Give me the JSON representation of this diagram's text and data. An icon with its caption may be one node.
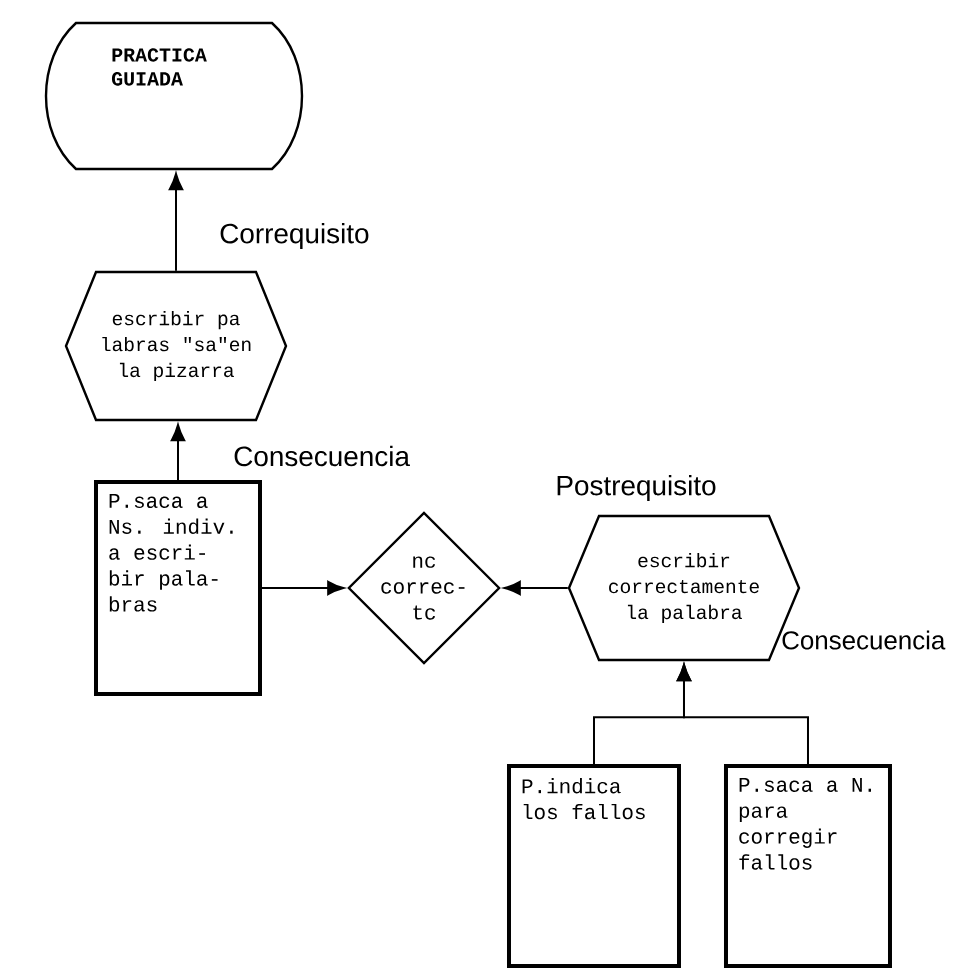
{
  "diagram": {
    "nodes": [
      {
        "text": [
          "PRACTICA GUIADA"
        ]
      },
      {
        "text": [
          "escribir pa labras \"sa\"en la pizarra"
        ]
      },
      {
        "text": [
          "P.saca a Ns. indiv. a escri- bir pala- bras"
        ]
      },
      {
        "text": [
          "nc correc- tc"
        ]
      },
      {
        "text": [
          "escribir correctamente la palabra"
        ],
        "beside": [
          "Postrequisito"
        ]
      },
      {
        "text": [
          "P.indica los fallos"
        ]
      },
      {
        "text": [
          "P.saca a N. para corregir fallos"
        ]
      }
    ],
    "edges": [
      {
        "from": 1,
        "to": 0,
        "arrow": "to",
        "label": "Correquisito"
      },
      {
        "from": 2,
        "to": 1,
        "arrow": "to",
        "label": "Consecuencia"
      },
      {
        "from": 2,
        "to": 3,
        "arrow": "to"
      },
      {
        "from": 4,
        "to": 3,
        "arrow": "to"
      },
      {
        "from": 5,
        "to": 4,
        "arrow": "to"
      },
      {
        "from": 6,
        "to": 4,
        "arrow": "to"
      }
    ],
    "labels": [
      "Consecuencia"
    ]
  }
}
